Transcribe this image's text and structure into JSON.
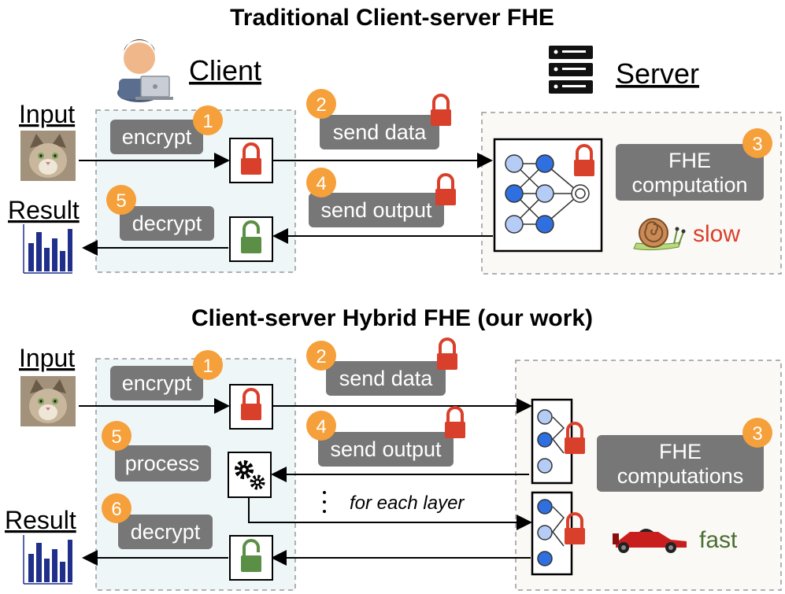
{
  "traditional": {
    "title": "Traditional Client-server FHE",
    "client_label": "Client",
    "server_label": "Server",
    "input_label": "Input",
    "result_label": "Result",
    "steps": {
      "encrypt": {
        "number": "1",
        "label": "encrypt"
      },
      "send_data": {
        "number": "2",
        "label": "send data"
      },
      "fhe": {
        "number": "3",
        "label_line1": "FHE",
        "label_line2": "computation"
      },
      "send_output": {
        "number": "4",
        "label": "send output"
      },
      "decrypt": {
        "number": "5",
        "label": "decrypt"
      }
    },
    "speed_label": "slow",
    "speed_icon": "snail-icon"
  },
  "hybrid": {
    "title": "Client-server Hybrid FHE (our work)",
    "input_label": "Input",
    "result_label": "Result",
    "steps": {
      "encrypt": {
        "number": "1",
        "label": "encrypt"
      },
      "send_data": {
        "number": "2",
        "label": "send data"
      },
      "fhe": {
        "number": "3",
        "label_line1": "FHE",
        "label_line2": "computations"
      },
      "send_output": {
        "number": "4",
        "label": "send output"
      },
      "process": {
        "number": "5",
        "label": "process"
      },
      "decrypt": {
        "number": "6",
        "label": "decrypt"
      }
    },
    "loop_label": "for each layer",
    "speed_label": "fast",
    "speed_icon": "race-car-icon"
  },
  "colors": {
    "badge": "#f5a03a",
    "pill": "#777777",
    "lock_locked": "#d9402b",
    "lock_unlocked": "#5a8f45",
    "client_bg": "#eef6f7",
    "server_bg": "#fbf9f6",
    "node_dark": "#2f6fe0",
    "node_light": "#b5cdf6",
    "slow_text": "#d9402b",
    "fast_text": "#4a6e32"
  }
}
